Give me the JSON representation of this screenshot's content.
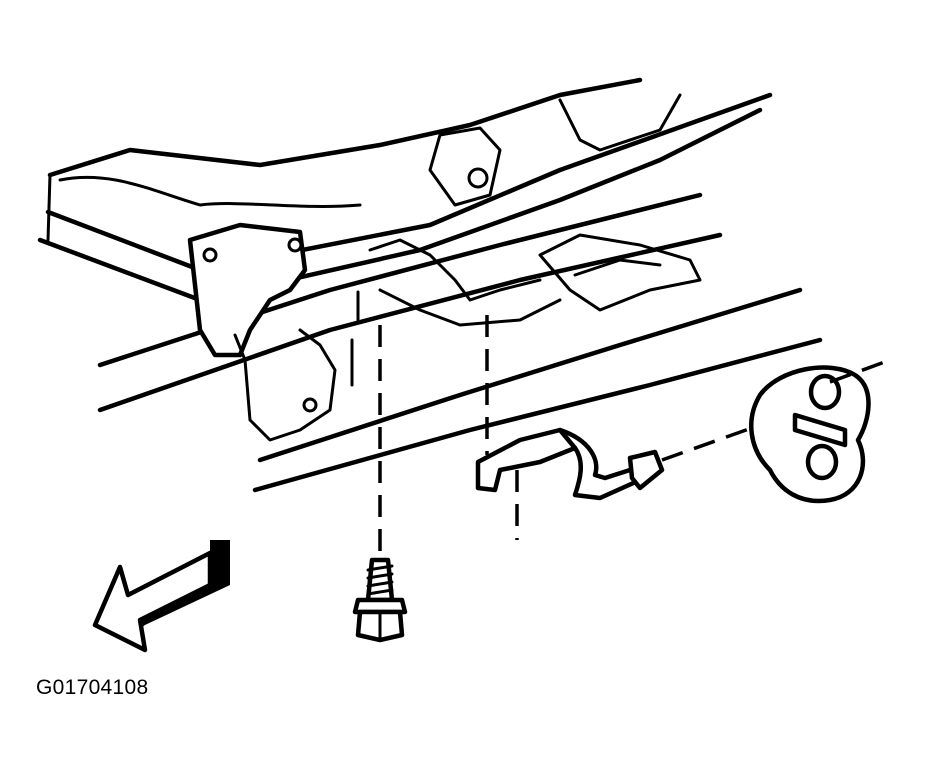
{
  "figure": {
    "id": "G01704108",
    "parts": [
      "frame-rail",
      "crossmember",
      "exhaust-hanger-bracket",
      "rubber-insulator",
      "bolt",
      "direction-arrow"
    ]
  }
}
